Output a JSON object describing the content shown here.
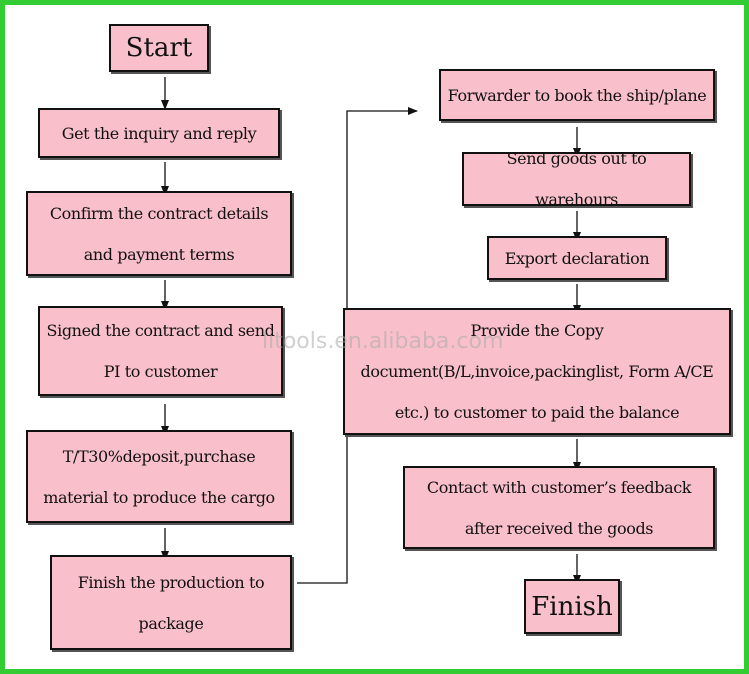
{
  "colors": {
    "border": "#33cc33",
    "box_fill": "#f9c0cb",
    "line": "#111111"
  },
  "watermark": "litools.en.alibaba.com",
  "left_column": {
    "start": "Start",
    "step1": "Get the inquiry and reply",
    "step2": "Confirm the contract details and payment terms",
    "step3": "Signed the contract and send PI to customer",
    "step4": "T/T30%deposit,purchase material to produce the cargo",
    "step5": "Finish the production to package"
  },
  "right_column": {
    "step6": "Forwarder to book the ship/plane",
    "step7": "Send goods out to warehours",
    "step8": "Export declaration",
    "step9": "Provide the Copy document(B/L,invoice,packinglist, Form A/CE etc.) to customer to paid the balance",
    "step10": "Contact with customer’s feedback after received the goods",
    "finish": "Finish"
  }
}
